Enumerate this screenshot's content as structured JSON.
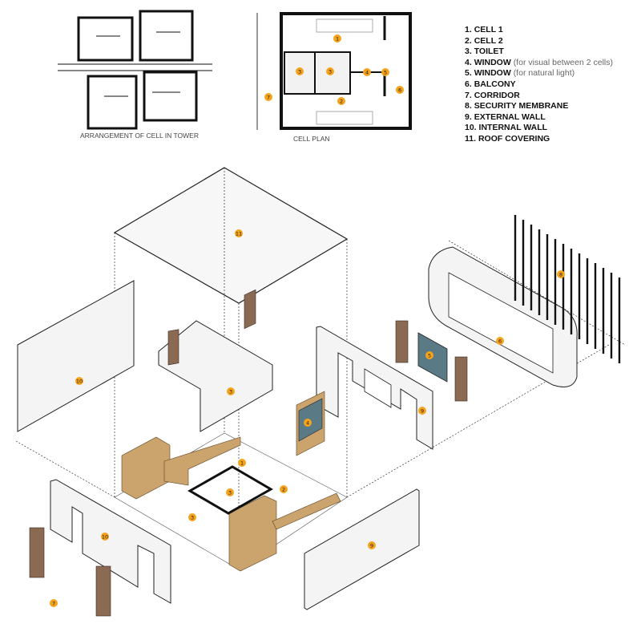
{
  "captions": {
    "arrangement": "ARRANGEMENT OF CELL IN TOWER",
    "plan": "CELL PLAN"
  },
  "legend": [
    {
      "num": "1.",
      "label": "CELL 1",
      "note": ""
    },
    {
      "num": "2.",
      "label": "CELL 2",
      "note": ""
    },
    {
      "num": "3.",
      "label": "TOILET",
      "note": ""
    },
    {
      "num": "4.",
      "label": "WINDOW",
      "note": "(for visual between 2 cells)"
    },
    {
      "num": "5.",
      "label": "WINDOW",
      "note": "(for natural light)"
    },
    {
      "num": "6.",
      "label": "BALCONY",
      "note": ""
    },
    {
      "num": "7.",
      "label": "CORRIDOR",
      "note": ""
    },
    {
      "num": "8.",
      "label": "SECURITY MEMBRANE",
      "note": ""
    },
    {
      "num": "9.",
      "label": "EXTERNAL WALL",
      "note": ""
    },
    {
      "num": "10.",
      "label": "INTERNAL WALL",
      "note": ""
    },
    {
      "num": "11.",
      "label": "ROOF COVERING",
      "note": ""
    }
  ],
  "plan_markers": [
    "1",
    "3",
    "3",
    "4",
    "5",
    "6",
    "7",
    "2"
  ],
  "markers": [
    "11",
    "10",
    "3",
    "4",
    "5",
    "6",
    "8",
    "9",
    "1",
    "3",
    "2",
    "3",
    "10",
    "9",
    "7"
  ],
  "colors": {
    "marker": "#f5a31a",
    "door": "#8a6a52",
    "wood": "#caa46c",
    "window_glass": "#5a7a86"
  }
}
